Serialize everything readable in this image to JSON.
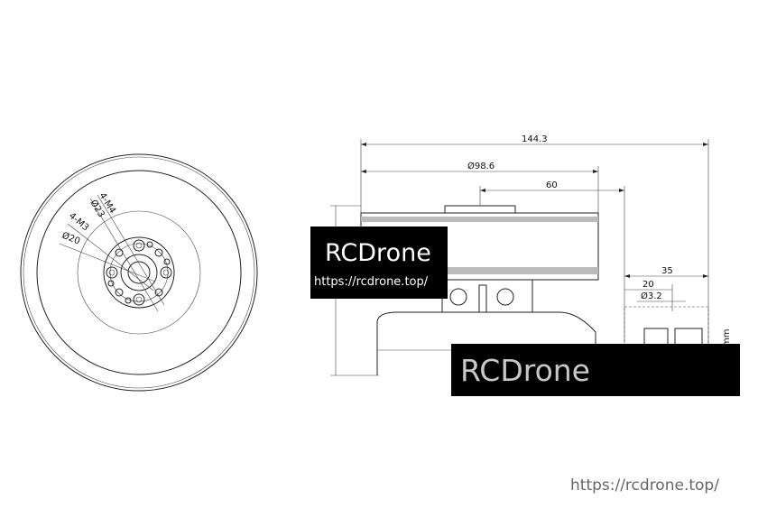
{
  "dimensions": {
    "overall_length": "144.3",
    "stator_diameter": "Ø98.6",
    "shaft_offset": "60",
    "bracket_length": "35",
    "bracket_offset": "20",
    "hole_diameter": "Ø3.2",
    "unit_fragment": "mm"
  },
  "front_view": {
    "hole_m4": "4-M4",
    "circle_23": "Ø23",
    "hole_m3": "4-M3",
    "circle_20": "Ø20"
  },
  "watermarks": {
    "brand_1": "RCDrone",
    "url_1": "https://rcdrone.top/",
    "brand_2": "RCDrone",
    "footer_url": "https://rcdrone.top/"
  }
}
